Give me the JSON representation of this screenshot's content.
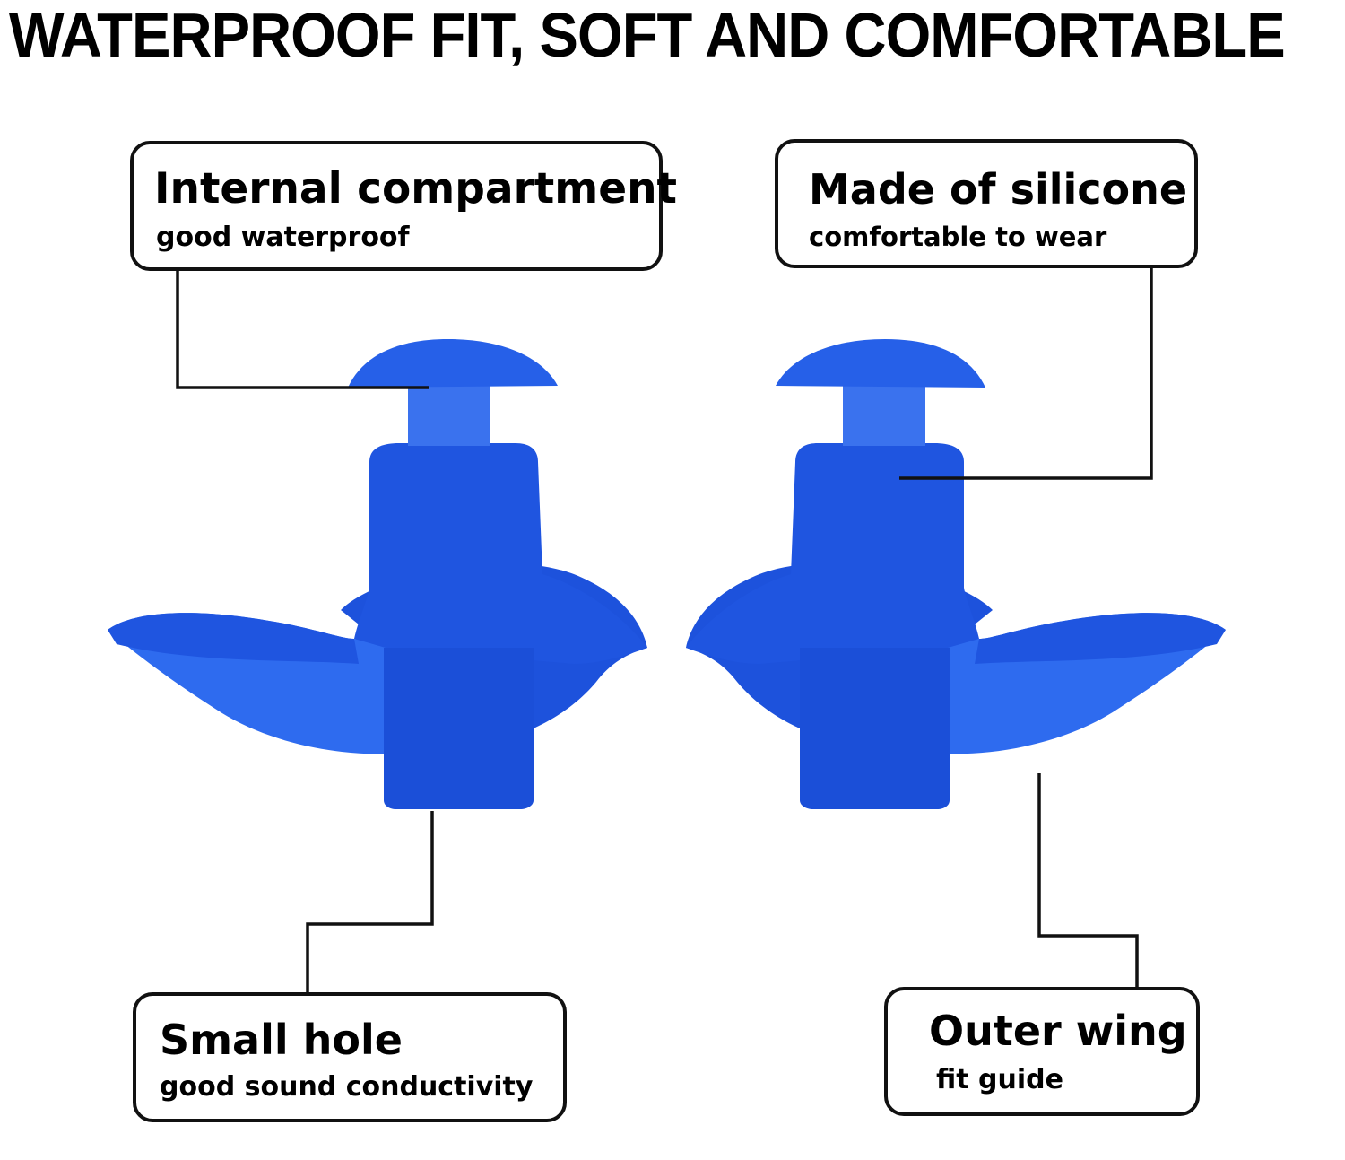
{
  "title": "WATERPROOF FIT, SOFT AND COMFORTABLE",
  "colors": {
    "plug_main": "#1f55e0",
    "plug_dark": "#1a47c8",
    "plug_light": "#2f6cf0",
    "plug_stem": "#3a72ee",
    "line": "#111111",
    "background": "#ffffff"
  },
  "callouts": [
    {
      "id": "internal-compartment",
      "heading": "Internal compartment",
      "subtext": "good waterproof"
    },
    {
      "id": "made-of-silicone",
      "heading": "Made of silicone",
      "subtext": "comfortable to wear"
    },
    {
      "id": "small-hole",
      "heading": "Small hole",
      "subtext": "good sound conductivity"
    },
    {
      "id": "outer-wing",
      "heading": "Outer wing",
      "subtext": "fit guide"
    }
  ]
}
